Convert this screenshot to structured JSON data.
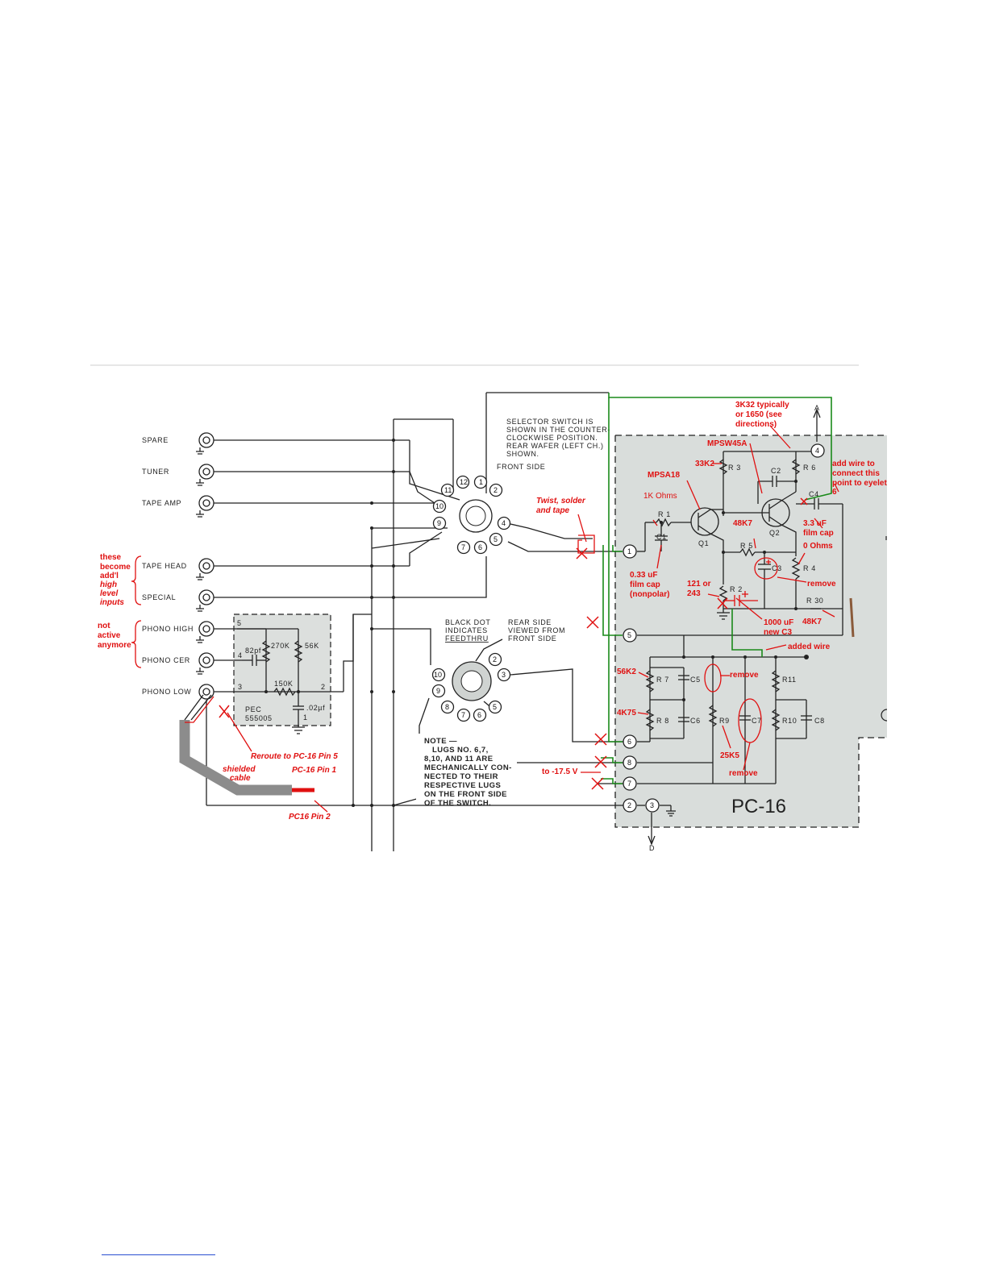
{
  "pc_labels": {
    "board": "PC-16",
    "inputs": [
      "SPARE",
      "TUNER",
      "TAPE AMP",
      "TAPE HEAD",
      "SPECIAL",
      "PHONO HIGH",
      "PHONO CER",
      "PHONO LOW"
    ],
    "selector_note": [
      "SELECTOR SWITCH IS",
      "SHOWN IN THE COUNTER-",
      "CLOCKWISE POSITION.",
      "REAR WAFER (LEFT CH.)",
      "SHOWN."
    ],
    "front_side": "FRONT SIDE",
    "black_dot": [
      "BLACK DOT",
      "INDICATES",
      "FEEDTHRU"
    ],
    "rear_side": [
      "REAR SIDE",
      "VIEWED FROM",
      "FRONT SIDE"
    ],
    "lugs_note": [
      "NOTE —",
      "LUGS NO. 6,7,",
      "8,10, AND 11 ARE",
      "MECHANICALLY CON-",
      "NECTED TO THEIR",
      "RESPECTIVE LUGS",
      "ON THE FRONT SIDE",
      "OF THE SWITCH."
    ],
    "pec_name": [
      "PEC",
      "555005"
    ],
    "pec_parts": {
      "c82": "82pf",
      "r270": "270K",
      "r56": "56K",
      "r150": "150K",
      "c02": ".02µf"
    },
    "pec_pins": [
      "5",
      "4",
      "3",
      "2",
      "1"
    ],
    "switch_pins": [
      "1",
      "2",
      "3",
      "4",
      "5",
      "6",
      "7",
      "8",
      "9",
      "10",
      "11",
      "12"
    ],
    "pc_pins": [
      "1",
      "5",
      "6",
      "8",
      "7",
      "2",
      "3",
      "4"
    ],
    "refs": {
      "r1": "R 1",
      "c1": "C1",
      "r3": "R 3",
      "q1": "Q1",
      "q2": "Q2",
      "c2": "C2",
      "r6": "R 6",
      "c4": "C4",
      "r5": "R 5",
      "r4": "R 4",
      "c3": "C3",
      "r2": "R 2",
      "r30": "R 30",
      "r7": "R 7",
      "c5": "C5",
      "r8": "R 8",
      "c6": "C6",
      "r9": "R9",
      "c7": "C7",
      "r11": "R11",
      "r10": "R10",
      "c8": "C8",
      "a": "A",
      "d": "D"
    }
  },
  "annotations": {
    "hl_inputs": [
      "these",
      "become",
      "add'l",
      "high",
      "level",
      "inputs"
    ],
    "not_active": [
      "not",
      "active",
      "anymore"
    ],
    "twist": [
      "Twist, solder",
      "and tape"
    ],
    "r3k32": [
      "3K32 typically",
      "or 1650 (see",
      "directions)"
    ],
    "mpsw45a": "MPSW45A",
    "r33k2": "33K2",
    "mpsa18": "MPSA18",
    "r1k": "1K Ohms",
    "add_wire": [
      "add wire to",
      "connect this",
      "point to eyelet",
      "6"
    ],
    "c4_val": [
      "3.3 uF",
      "film cap"
    ],
    "r48k7a": "48K7",
    "r0": "0 Ohms",
    "c1_val": [
      "0.33 uF",
      "film cap",
      "(nonpolar)"
    ],
    "r2_val": [
      "121 or",
      "243"
    ],
    "remove1": "remove",
    "new_c3": [
      "1000 uF",
      "new C3"
    ],
    "r48k7b": "48K7",
    "added_wire": "added wire",
    "r56k2": "56K2",
    "remove2": "remove",
    "r4k75": "4K75",
    "r25k5": "25K5",
    "remove3": "remove",
    "to_neg": "to -17.5 V",
    "reroute": "Reroute to PC-16 Pin 5",
    "shielded": [
      "shielded",
      "cable"
    ],
    "pc16_pin1": "PC-16 Pin 1",
    "pc16_pin2": "PC16 Pin 2"
  },
  "colors": {
    "annotation": "#e01010",
    "added_wire": "#1a8a1a",
    "board_fill": "#d9dddb",
    "cable": "#8c8c8c",
    "link": "#2a4fd1"
  }
}
